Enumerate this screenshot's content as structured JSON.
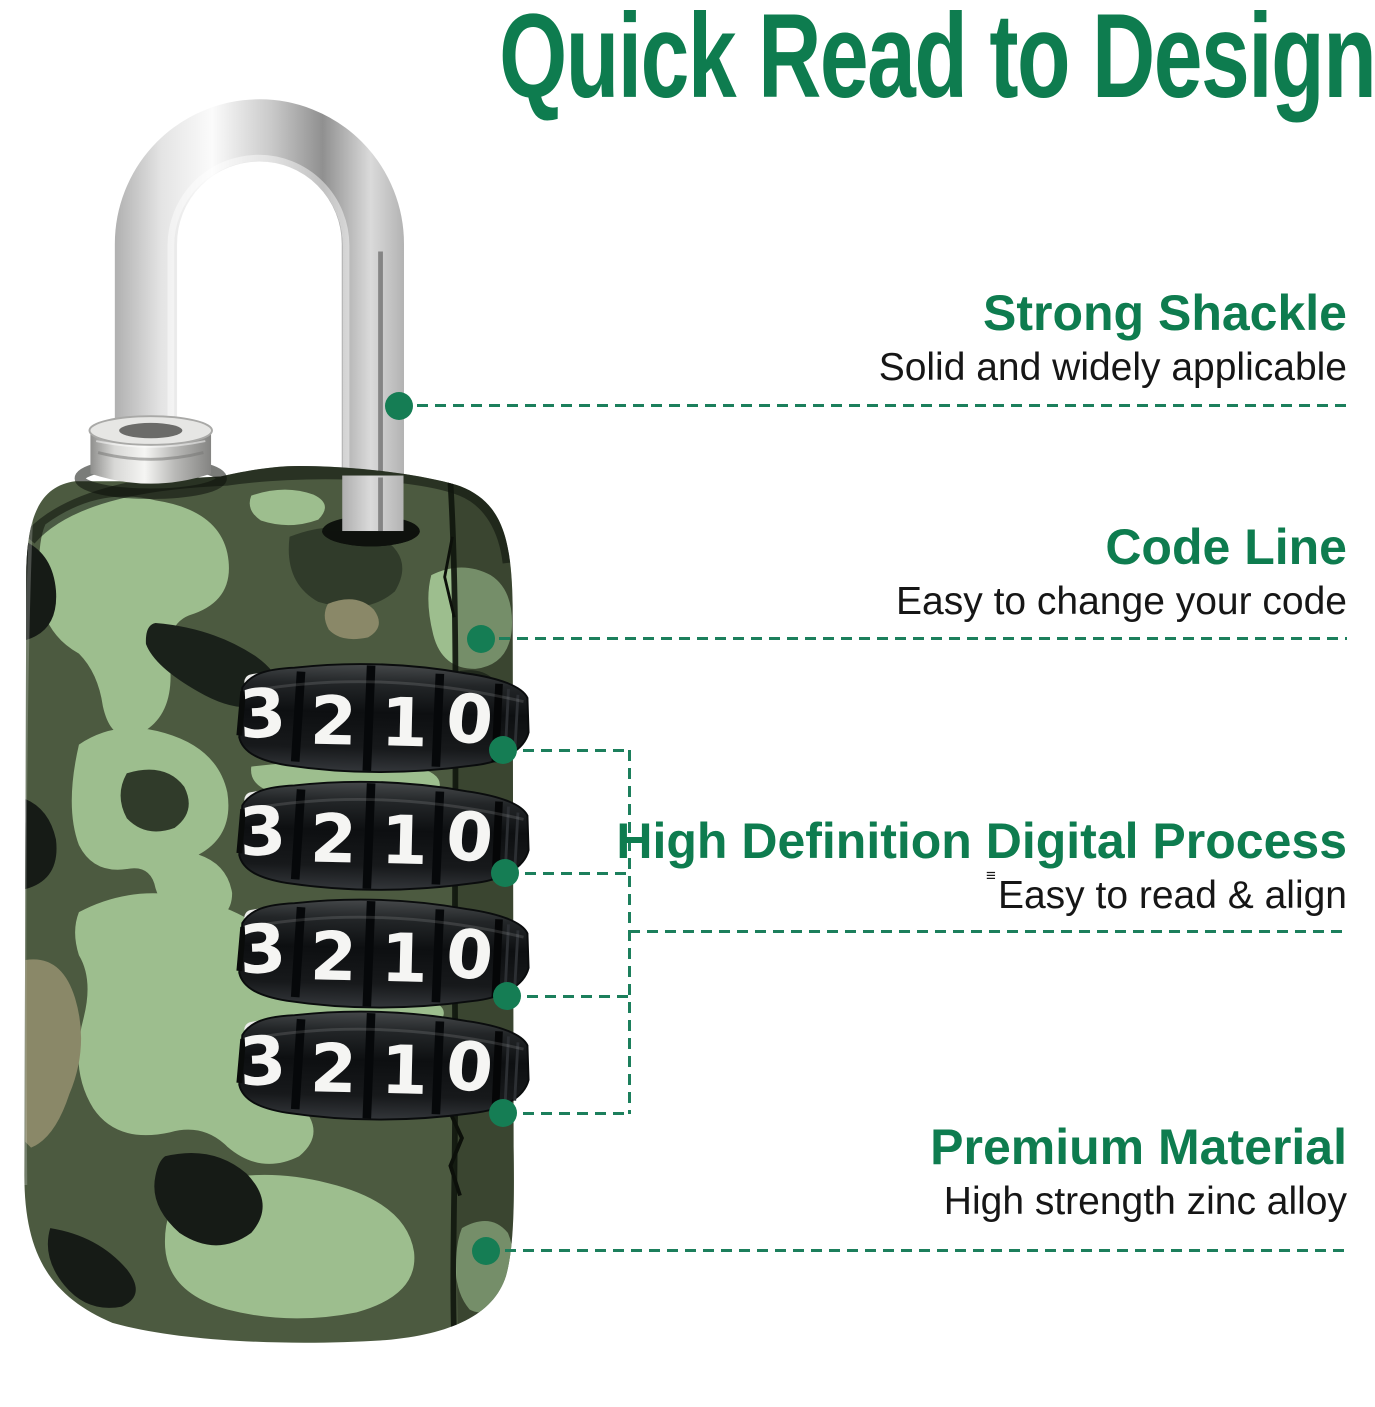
{
  "title": "Quick Read to Design",
  "colors": {
    "accent_green": "#0e7c4f",
    "leader_line_green": "#1c7f5c",
    "dot_green": "#157d54",
    "body_text": "#161616"
  },
  "sections": [
    {
      "heading": "Strong Shackle",
      "subtitle": "Solid and widely applicable"
    },
    {
      "heading": "Code Line",
      "subtitle": "Easy to change your code"
    },
    {
      "heading": "High Definition Digital Process",
      "subtitle": "Easy to read & align",
      "mark": "≡"
    },
    {
      "heading": "Premium Material",
      "subtitle": "High strength zinc alloy"
    }
  ],
  "lock": {
    "description": "camouflage 4-dial combination padlock",
    "camo_colors": {
      "sage": "#9dbe8e",
      "olive_base": "#4c5a40",
      "dark_olive": "#303b2a",
      "black": "#161b16",
      "tan": "#8a8868"
    },
    "dials": [
      {
        "digits": [
          "3",
          "2",
          "1",
          "0"
        ]
      },
      {
        "digits": [
          "3",
          "2",
          "1",
          "0"
        ]
      },
      {
        "digits": [
          "3",
          "2",
          "1",
          "0"
        ]
      },
      {
        "digits": [
          "3",
          "2",
          "1",
          "0"
        ]
      }
    ]
  }
}
